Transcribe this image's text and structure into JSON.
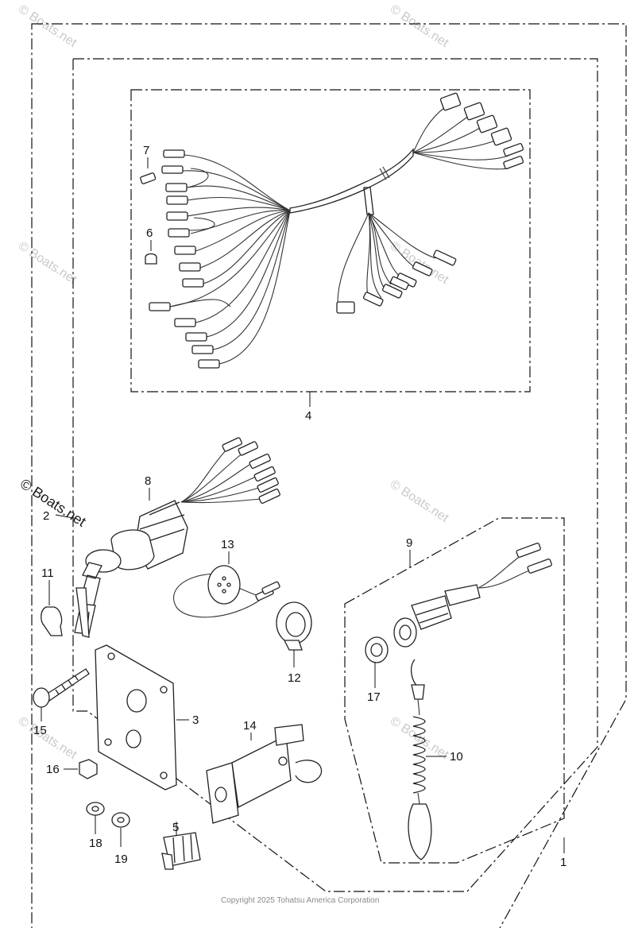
{
  "watermark": {
    "text": "© Boats.net"
  },
  "copyright": "Copyright 2025 Tohatsu America Corporation",
  "callouts": {
    "c1": "1",
    "c2": "2",
    "c3": "3",
    "c4": "4",
    "c5": "5",
    "c6": "6",
    "c7": "7",
    "c8": "8",
    "c9": "9",
    "c10": "10",
    "c11": "11",
    "c12": "12",
    "c13": "13",
    "c14": "14",
    "c15": "15",
    "c16": "16",
    "c17": "17",
    "c18": "18",
    "c19": "19"
  }
}
